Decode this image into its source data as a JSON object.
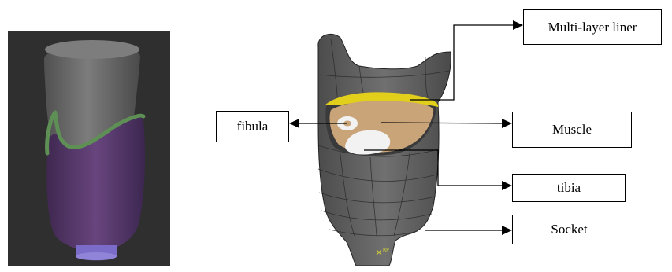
{
  "labels": {
    "multi_layer_liner": "Multi-layer liner",
    "fibula": "fibula",
    "muscle": "Muscle",
    "tibia": "tibia",
    "socket": "Socket"
  },
  "colors": {
    "viewport_background": "#2f2f2f",
    "residual_limb": "#6b6b6b",
    "liner": "#5e8f55",
    "socket_left": "#5b3a6e",
    "socket_base": "#7a6cc8",
    "mesh_socket": "#5e5e5e",
    "muscle": "#c9a478",
    "bone": "#f2f2f2",
    "liner_rim": "#e2cf1c",
    "arrow": "#000000"
  }
}
